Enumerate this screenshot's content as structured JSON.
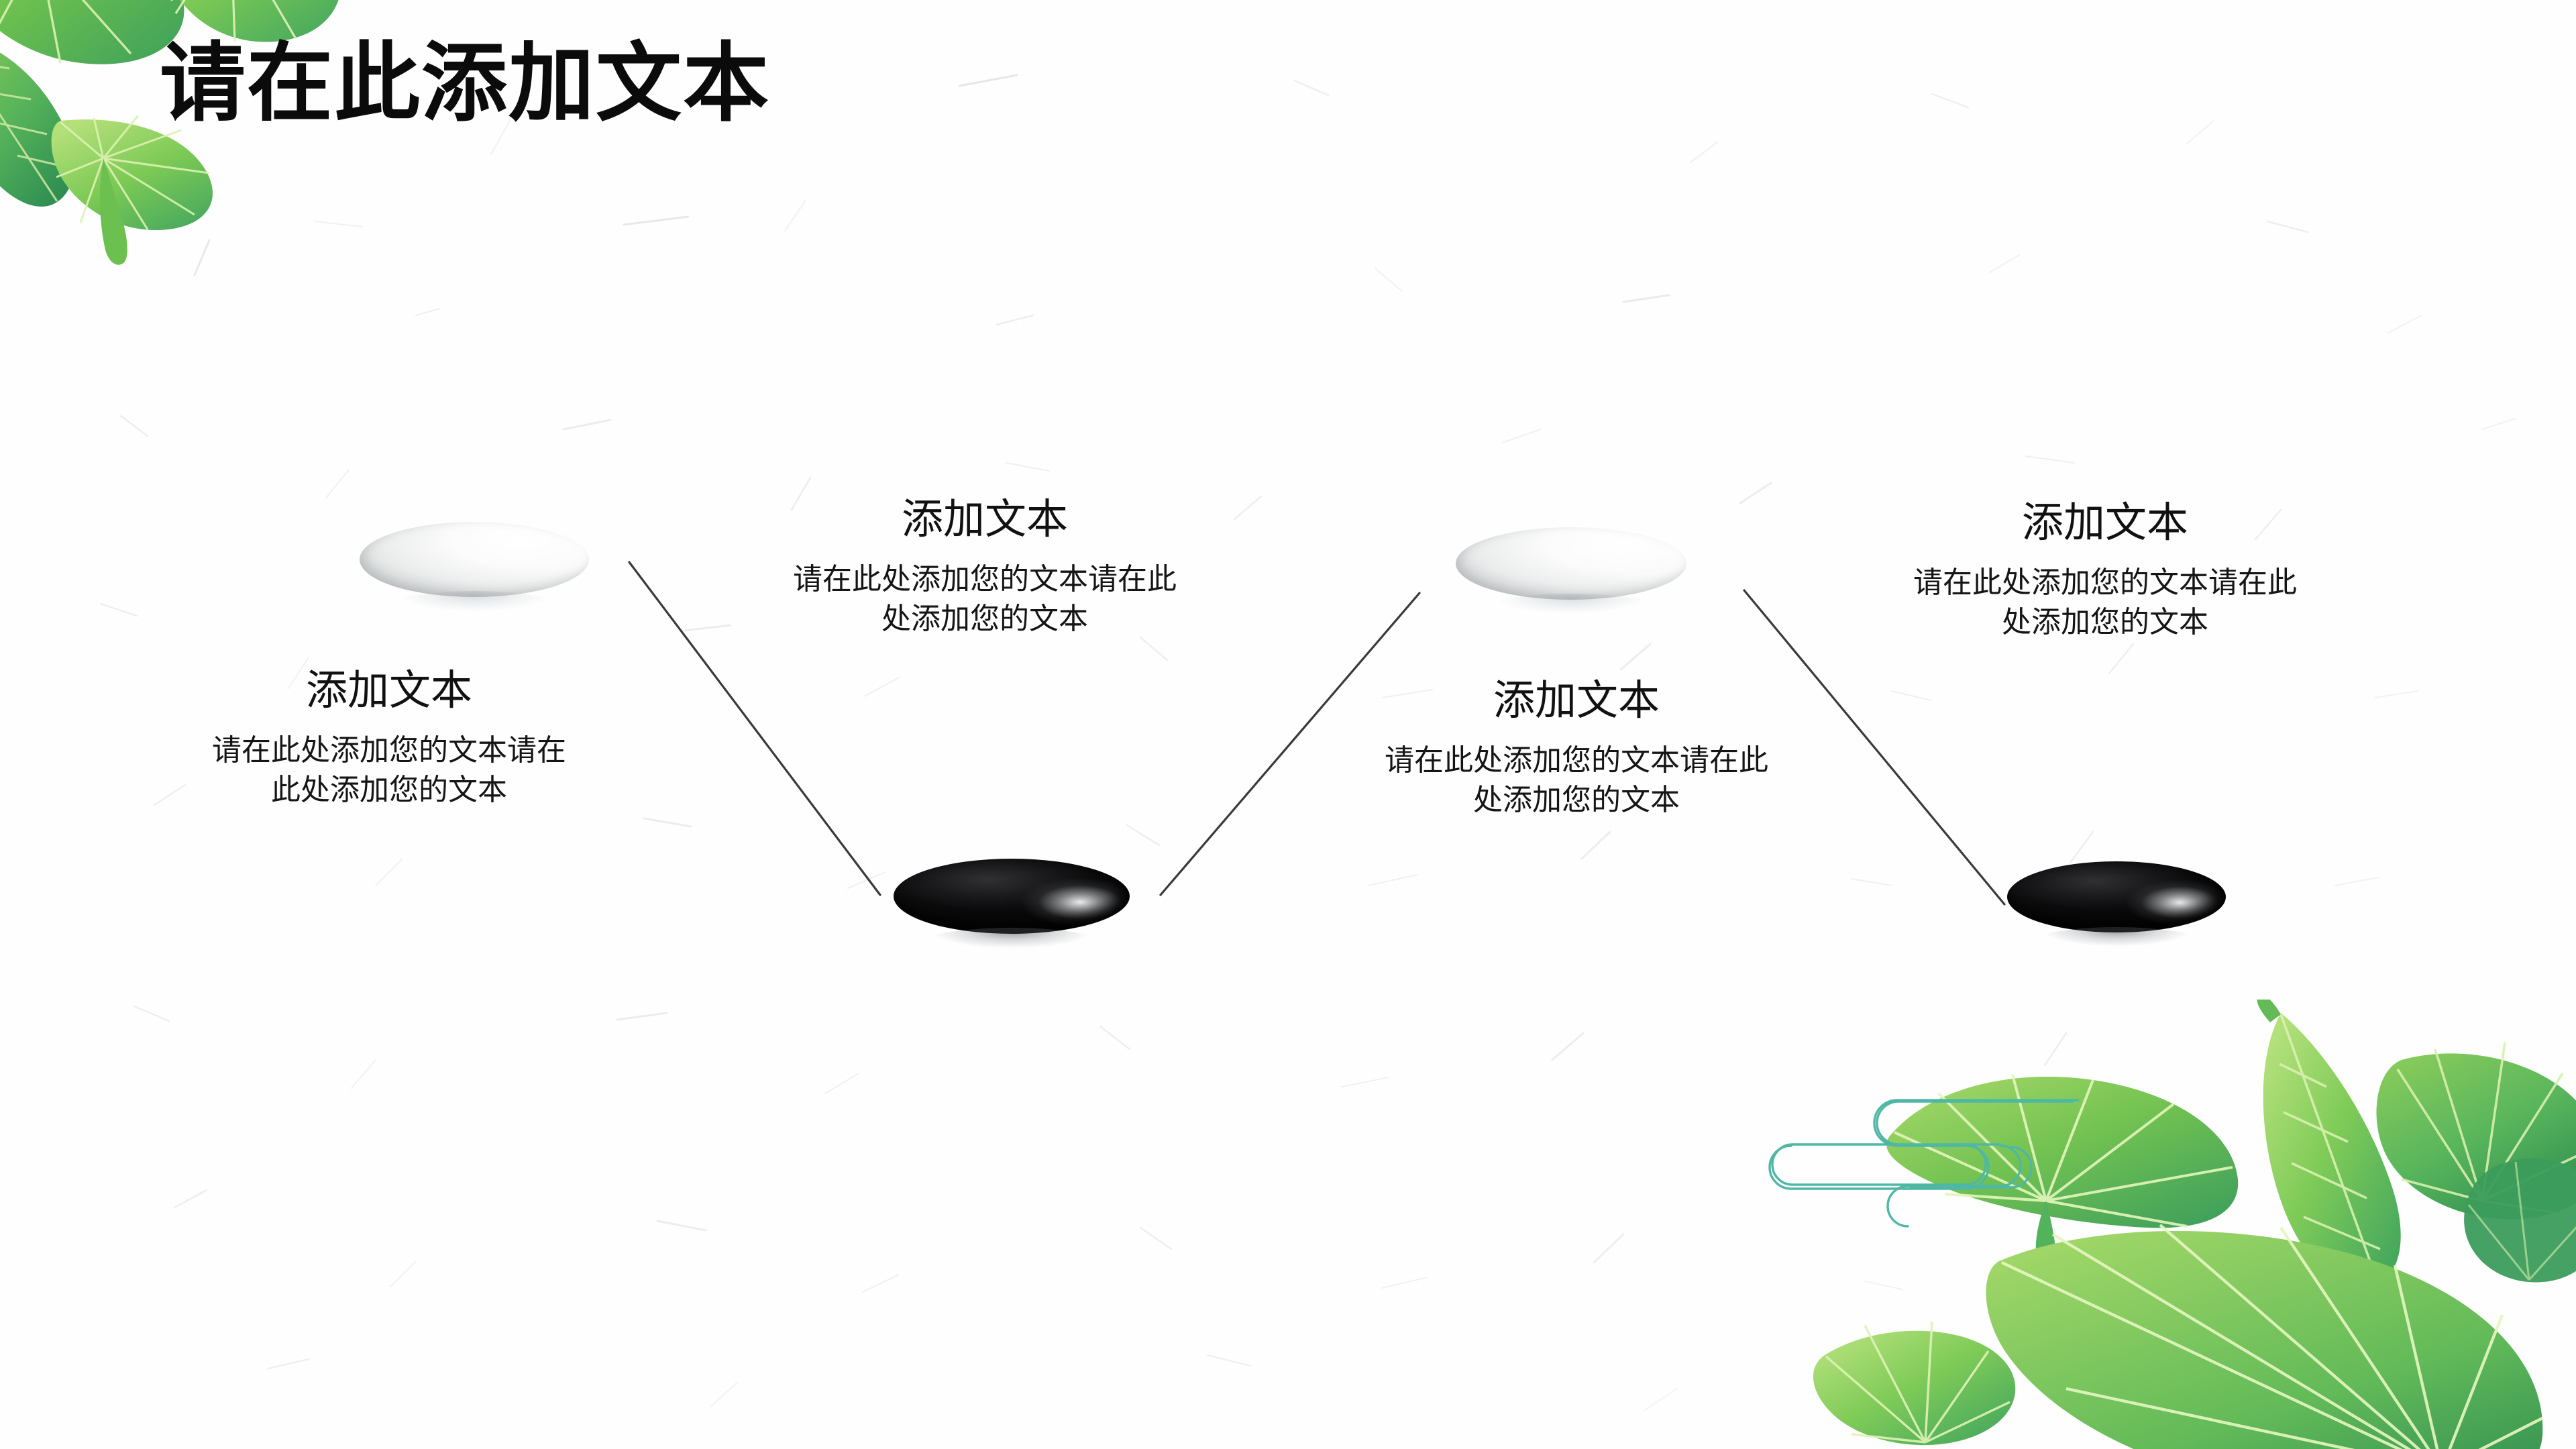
{
  "slide": {
    "title": "请在此添加文本",
    "background_color": "#fefefe",
    "title_color": "#0b0b0b"
  },
  "accents": {
    "teal": "#4fb7a5",
    "leaf_light": "#a8d86a",
    "leaf_mid": "#6fc04f",
    "leaf_dark": "#3fa45f",
    "vein": "#d7eeae",
    "line": "#333333"
  },
  "items": [
    {
      "id": "item-1",
      "stone": "white-stone",
      "heading": "添加文本",
      "body": "请在此处添加您的文本请在此处添加您的文本"
    },
    {
      "id": "item-2",
      "stone": "black-stone",
      "heading": "添加文本",
      "body": "请在此处添加您的文本请在此处添加您的文本"
    },
    {
      "id": "item-3",
      "stone": "white-stone",
      "heading": "添加文本",
      "body": "请在此处添加您的文本请在此处添加您的文本"
    },
    {
      "id": "item-4",
      "stone": "black-stone",
      "heading": "添加文本",
      "body": "请在此处添加您的文本请在此处添加您的文本"
    }
  ],
  "decorations": {
    "leaves_top_left": "leaf-cluster-icon",
    "leaves_bottom_right": "leaf-cluster-icon",
    "meander": "meander-ornament-icon",
    "paper_texture": "paper-fiber-texture"
  }
}
